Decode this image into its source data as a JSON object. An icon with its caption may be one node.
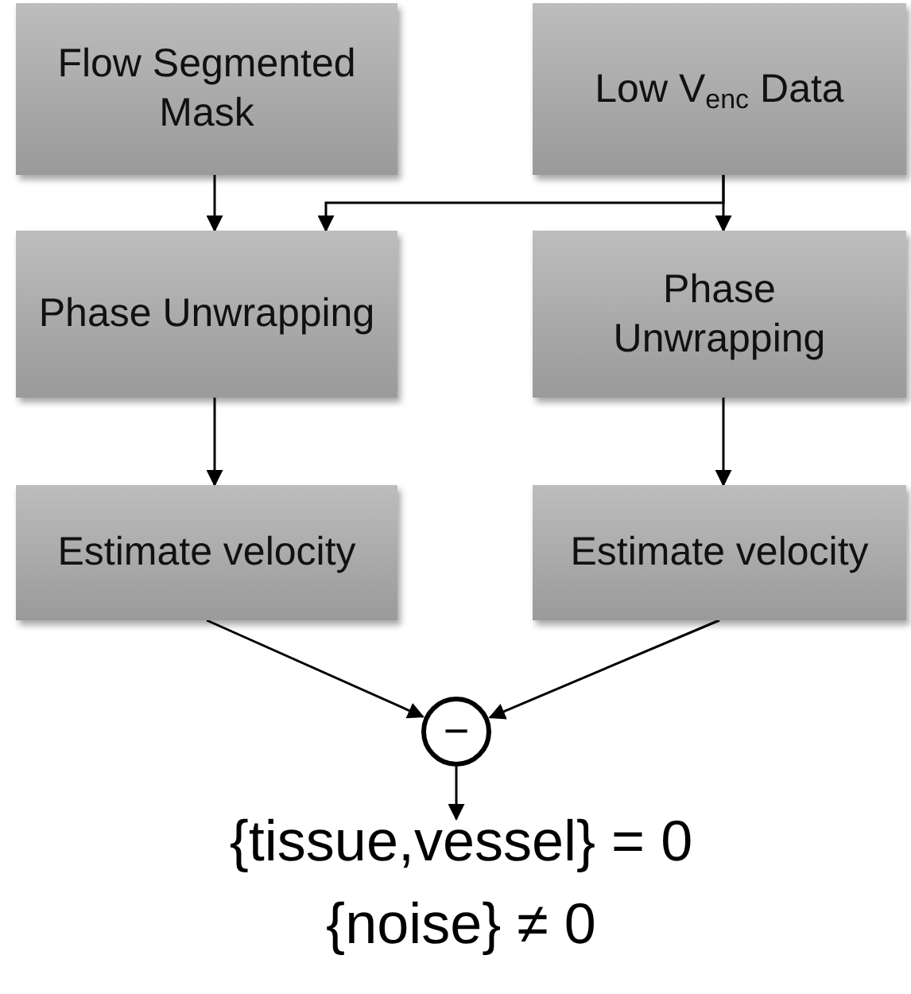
{
  "diagram": {
    "nodes": [
      {
        "text": [
          "Flow Segmented Mask"
        ]
      },
      {
        "text": [
          "Low V$_{enc}$ Data"
        ]
      },
      {
        "text": [
          "Phase Unwrapping"
        ]
      },
      {
        "text": [
          "Phase Unwrapping"
        ]
      },
      {
        "text": [
          "Estimate velocity"
        ]
      },
      {
        "text": [
          "Estimate velocity"
        ]
      },
      {
        "text": [
          "−"
        ]
      },
      {
        "text": [
          "{tissue,vessel} = 0",
          "{noise} ≠ 0"
        ]
      }
    ],
    "edges": [
      {
        "from": 0,
        "to": 2,
        "arrow": "to"
      },
      {
        "from": 1,
        "to": 3,
        "arrow": "to"
      },
      {
        "from": 1,
        "to": 2,
        "arrow": "to"
      },
      {
        "from": 2,
        "to": 4,
        "arrow": "to"
      },
      {
        "from": 3,
        "to": 5,
        "arrow": "to"
      },
      {
        "from": 4,
        "to": 6,
        "arrow": "to"
      },
      {
        "from": 5,
        "to": 6,
        "arrow": "to"
      },
      {
        "from": 6,
        "to": 7,
        "arrow": "to"
      }
    ]
  }
}
